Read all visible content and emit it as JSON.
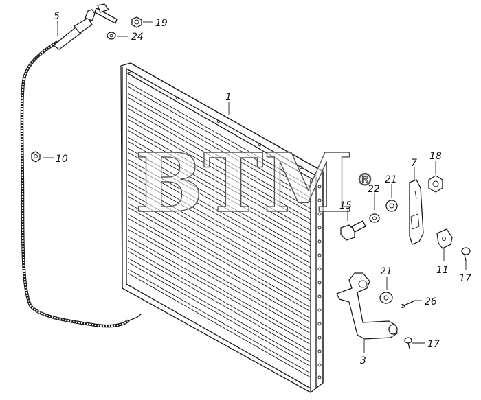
{
  "watermark": {
    "text": "BTM",
    "mark": "®"
  },
  "callouts": [
    {
      "id": "c1",
      "label": "1"
    },
    {
      "id": "c3",
      "label": "3"
    },
    {
      "id": "c5",
      "label": "5"
    },
    {
      "id": "c7",
      "label": "7"
    },
    {
      "id": "c10",
      "label": "10"
    },
    {
      "id": "c11",
      "label": "11"
    },
    {
      "id": "c15",
      "label": "15"
    },
    {
      "id": "c17a",
      "label": "17"
    },
    {
      "id": "c17b",
      "label": "17"
    },
    {
      "id": "c18",
      "label": "18"
    },
    {
      "id": "c19",
      "label": "19"
    },
    {
      "id": "c21a",
      "label": "21"
    },
    {
      "id": "c21b",
      "label": "21"
    },
    {
      "id": "c22",
      "label": "22"
    },
    {
      "id": "c24",
      "label": "24"
    },
    {
      "id": "c26",
      "label": "26"
    }
  ]
}
